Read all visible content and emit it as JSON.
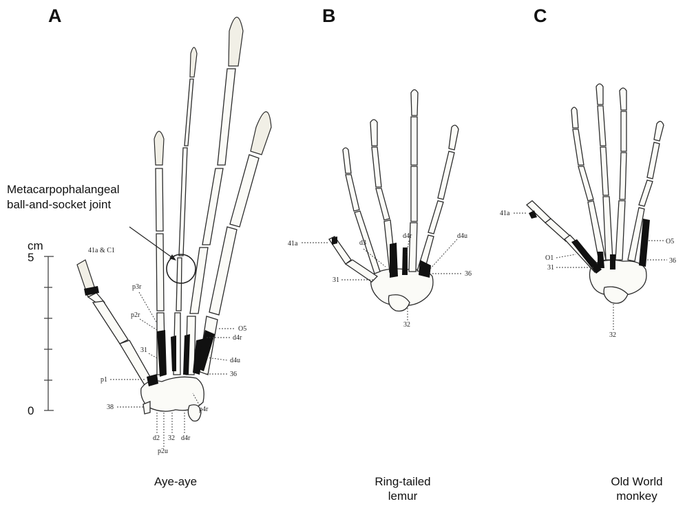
{
  "panels": [
    {
      "letter": "A",
      "species": "Aye-aye",
      "callout": [
        "Metacarpophalangeal",
        "ball-and-socket joint"
      ],
      "labels": [
        "41a & C1",
        "p3r",
        "p2r",
        "31",
        "p1",
        "38",
        "d2",
        "32",
        "p2u",
        "d4r",
        "p4r",
        "36",
        "d4u",
        "O5"
      ]
    },
    {
      "letter": "B",
      "species_lines": [
        "Ring-tailed",
        "lemur"
      ],
      "labels": [
        "41a",
        "d3",
        "d4r",
        "d4u",
        "31",
        "36",
        "32"
      ]
    },
    {
      "letter": "C",
      "species_lines": [
        "Old World",
        "monkey"
      ],
      "labels": [
        "41a",
        "O1",
        "31",
        "O5",
        "36",
        "32"
      ]
    }
  ],
  "scale_bar": {
    "unit": "cm",
    "top_label": "5",
    "bottom_label": "0"
  }
}
